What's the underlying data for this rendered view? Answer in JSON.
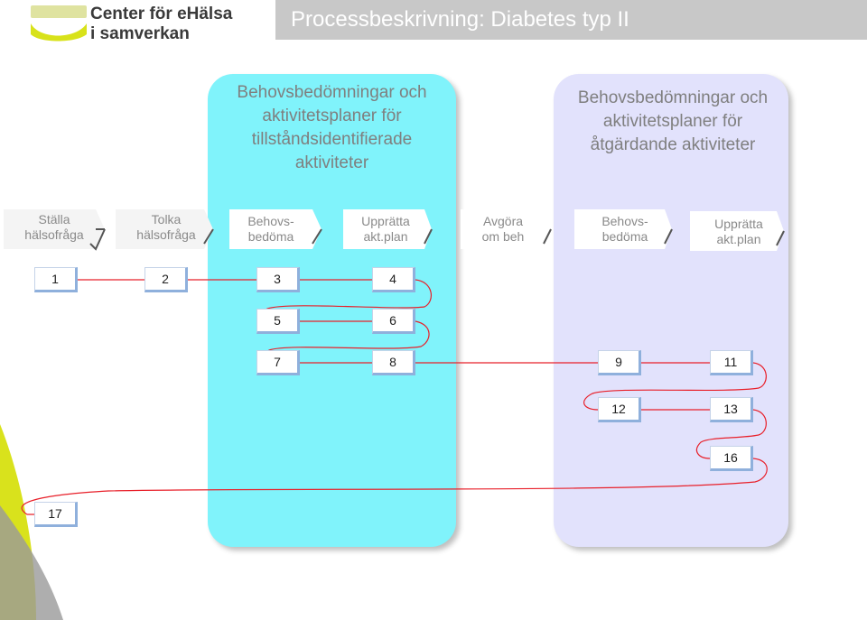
{
  "logo": {
    "line1": "Center för eHälsa",
    "line2": "i samverkan"
  },
  "title": "Processbeskrivning: Diabetes typ II",
  "panels": [
    {
      "title": "Behovsbedömningar och aktivitetsplaner för tillståndsidentifierade aktiviteter"
    },
    {
      "title": "Behovsbedömningar och aktivitetsplaner för åtgärdande aktiviteter"
    }
  ],
  "steps": [
    {
      "line1": "Ställa",
      "line2": "hälsofråga"
    },
    {
      "line1": "Tolka",
      "line2": "hälsofråga"
    },
    {
      "line1": "Behovs-",
      "line2": "bedöma"
    },
    {
      "line1": "Upprätta",
      "line2": "akt.plan"
    },
    {
      "line1": "Avgöra",
      "line2": "om beh"
    },
    {
      "line1": "Behovs-",
      "line2": "bedöma"
    },
    {
      "line1": "Upprätta",
      "line2": "akt.plan"
    }
  ],
  "boxes": [
    "1",
    "2",
    "3",
    "4",
    "5",
    "6",
    "7",
    "8",
    "9",
    "11",
    "12",
    "13",
    "16",
    "17"
  ],
  "colors": {
    "panel1": "#80f3fb",
    "panel2": "#e2e2fc",
    "flow_line": "#e8202a",
    "accent_yellow": "#d6e21a"
  }
}
